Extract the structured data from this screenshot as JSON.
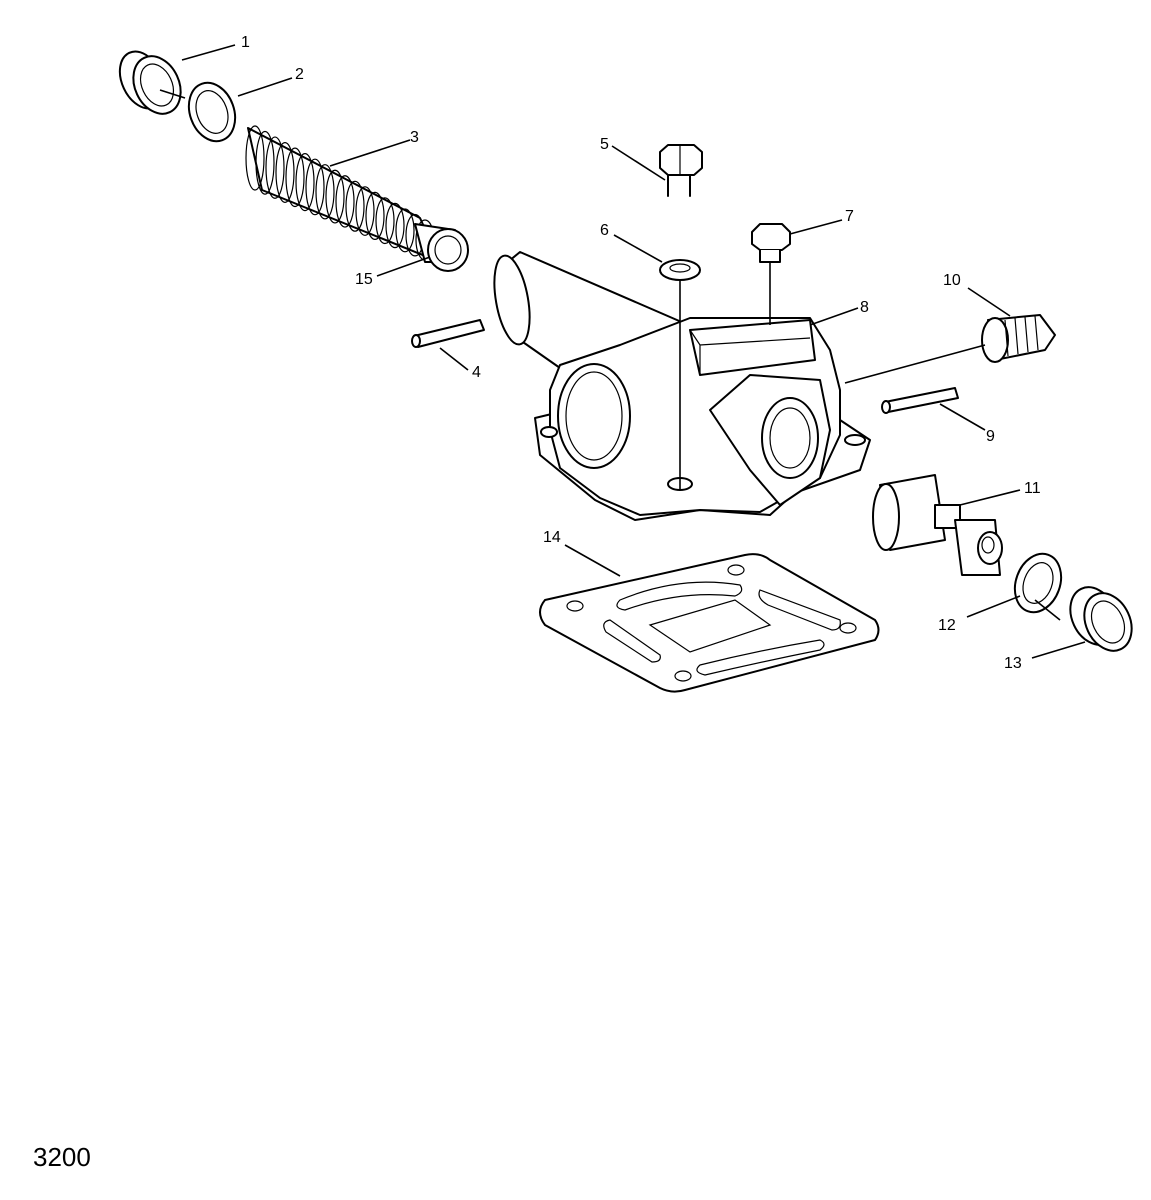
{
  "figure_number": "3200",
  "callouts": {
    "c1": "1",
    "c2": "2",
    "c3": "3",
    "c4": "4",
    "c5": "5",
    "c6": "6",
    "c7": "7",
    "c8": "8",
    "c9": "9",
    "c10": "10",
    "c11": "11",
    "c12": "12",
    "c13": "13",
    "c14": "14",
    "c15": "15"
  }
}
